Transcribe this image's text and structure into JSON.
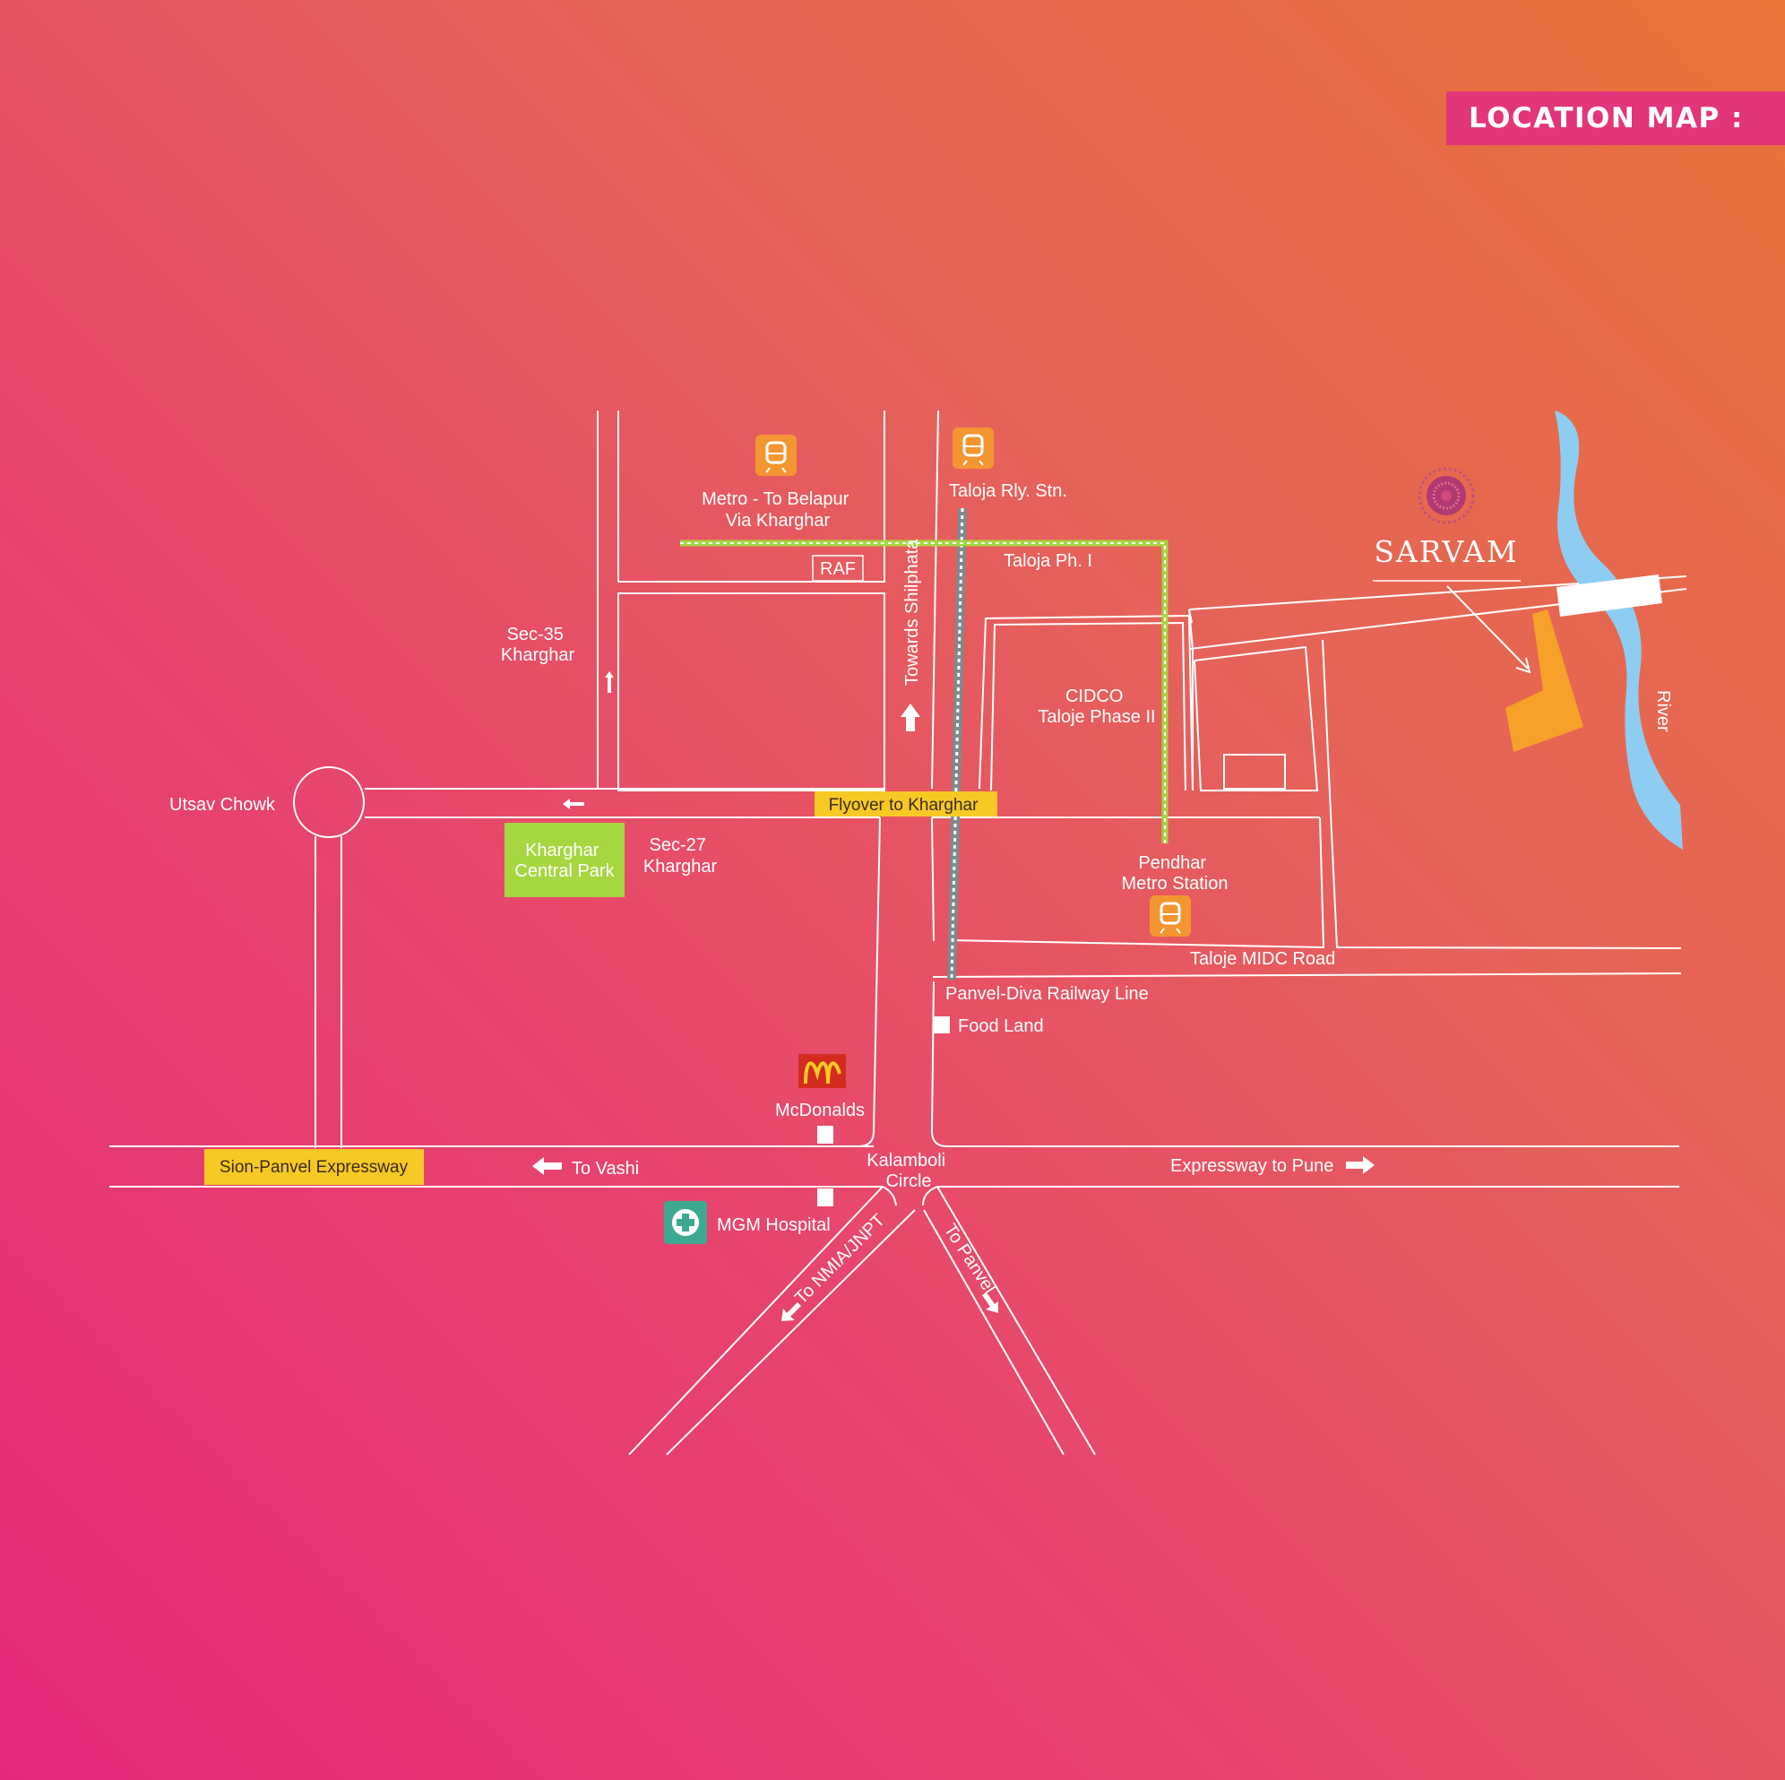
{
  "header": {
    "title": "LOCATION MAP :"
  },
  "brand": {
    "name": "SARVAM"
  },
  "labels": {
    "metro_belapur": [
      "Metro - To Belapur",
      "Via Kharghar"
    ],
    "taloja_rly": "Taloja Rly. Stn.",
    "raf": "RAF",
    "taloja_ph1": "Taloja Ph. I",
    "towards_shilphata": "Towards Shilphata",
    "sec35": [
      "Sec-35",
      "Kharghar"
    ],
    "cidco": [
      "CIDCO",
      "Taloje Phase II"
    ],
    "utsav_chowk": "Utsav Chowk",
    "flyover": "Flyover to Kharghar",
    "central_park": [
      "Kharghar",
      "Central Park"
    ],
    "sec27": [
      "Sec-27",
      "Kharghar"
    ],
    "pendhar": [
      "Pendhar",
      "Metro Station"
    ],
    "taloje_midc": "Taloje MIDC Road",
    "panvel_diva": "Panvel-Diva Railway Line",
    "food_land": "Food Land",
    "mcdonalds": "McDonalds",
    "sion_panvel": "Sion-Panvel Expressway",
    "to_vashi": "To Vashi",
    "kalamboli": [
      "Kalamboli",
      "Circle"
    ],
    "expressway_pune": "Expressway to Pune",
    "mgm_hospital": "MGM Hospital",
    "to_nmia": "To NMIA/JNPT",
    "to_panvel": "To Panvel",
    "river": "River"
  },
  "icons": {
    "metro": "train-icon",
    "hospital": "hospital-cross-icon",
    "mcdonalds": "mcdonalds-logo-icon",
    "sarvam_logo": "mandala-logo-icon"
  },
  "colors": {
    "road": "#ffffff",
    "metro_line": "#a6d640",
    "railway": "#7e8a8c",
    "river": "#8ecdf2",
    "site": "#f5a12a",
    "label_box": "#f7c925",
    "park": "#a6d640",
    "hospital": "#3ea992",
    "station_icon": "#f39530",
    "badge": "#e3357a"
  }
}
